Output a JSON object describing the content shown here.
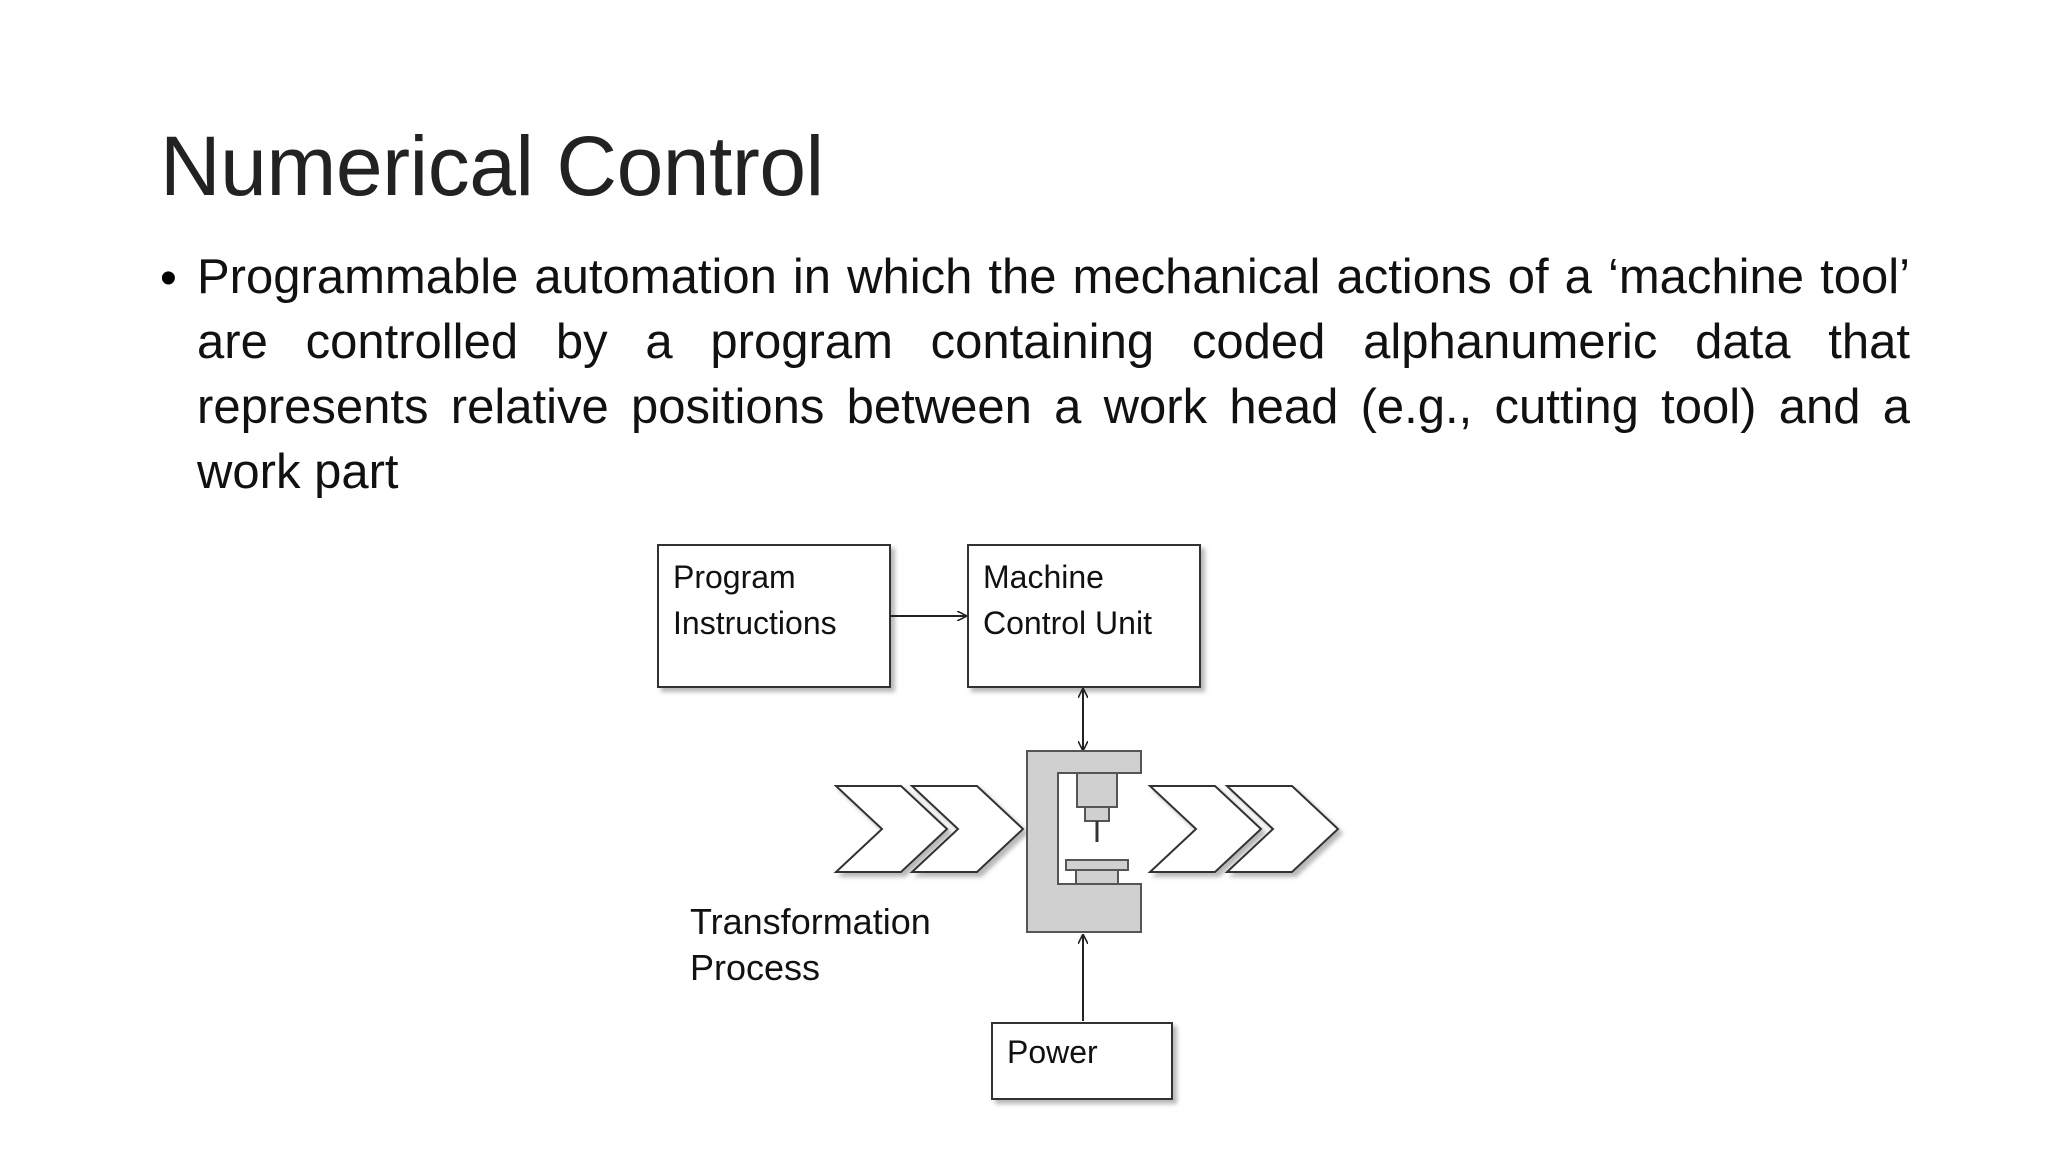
{
  "slide": {
    "title": "Numerical Control",
    "bullet": "Programmable automation in which the mechanical actions of a ‘machine tool’ are controlled by a program containing coded alphanumeric data that represents relative positions between a work head (e.g., cutting tool) and a work part"
  },
  "diagram": {
    "program_box": {
      "line1": "Program",
      "line2": "Instructions"
    },
    "mcu_box": {
      "line1": "Machine",
      "line2": "Control Unit"
    },
    "power_box": {
      "label": "Power"
    },
    "process_label": {
      "line1": "Transformation",
      "line2": "Process"
    }
  },
  "colors": {
    "machine_fill": "#d0d0d0",
    "outline": "#555555",
    "box_shadow": "#bdbdbd"
  }
}
